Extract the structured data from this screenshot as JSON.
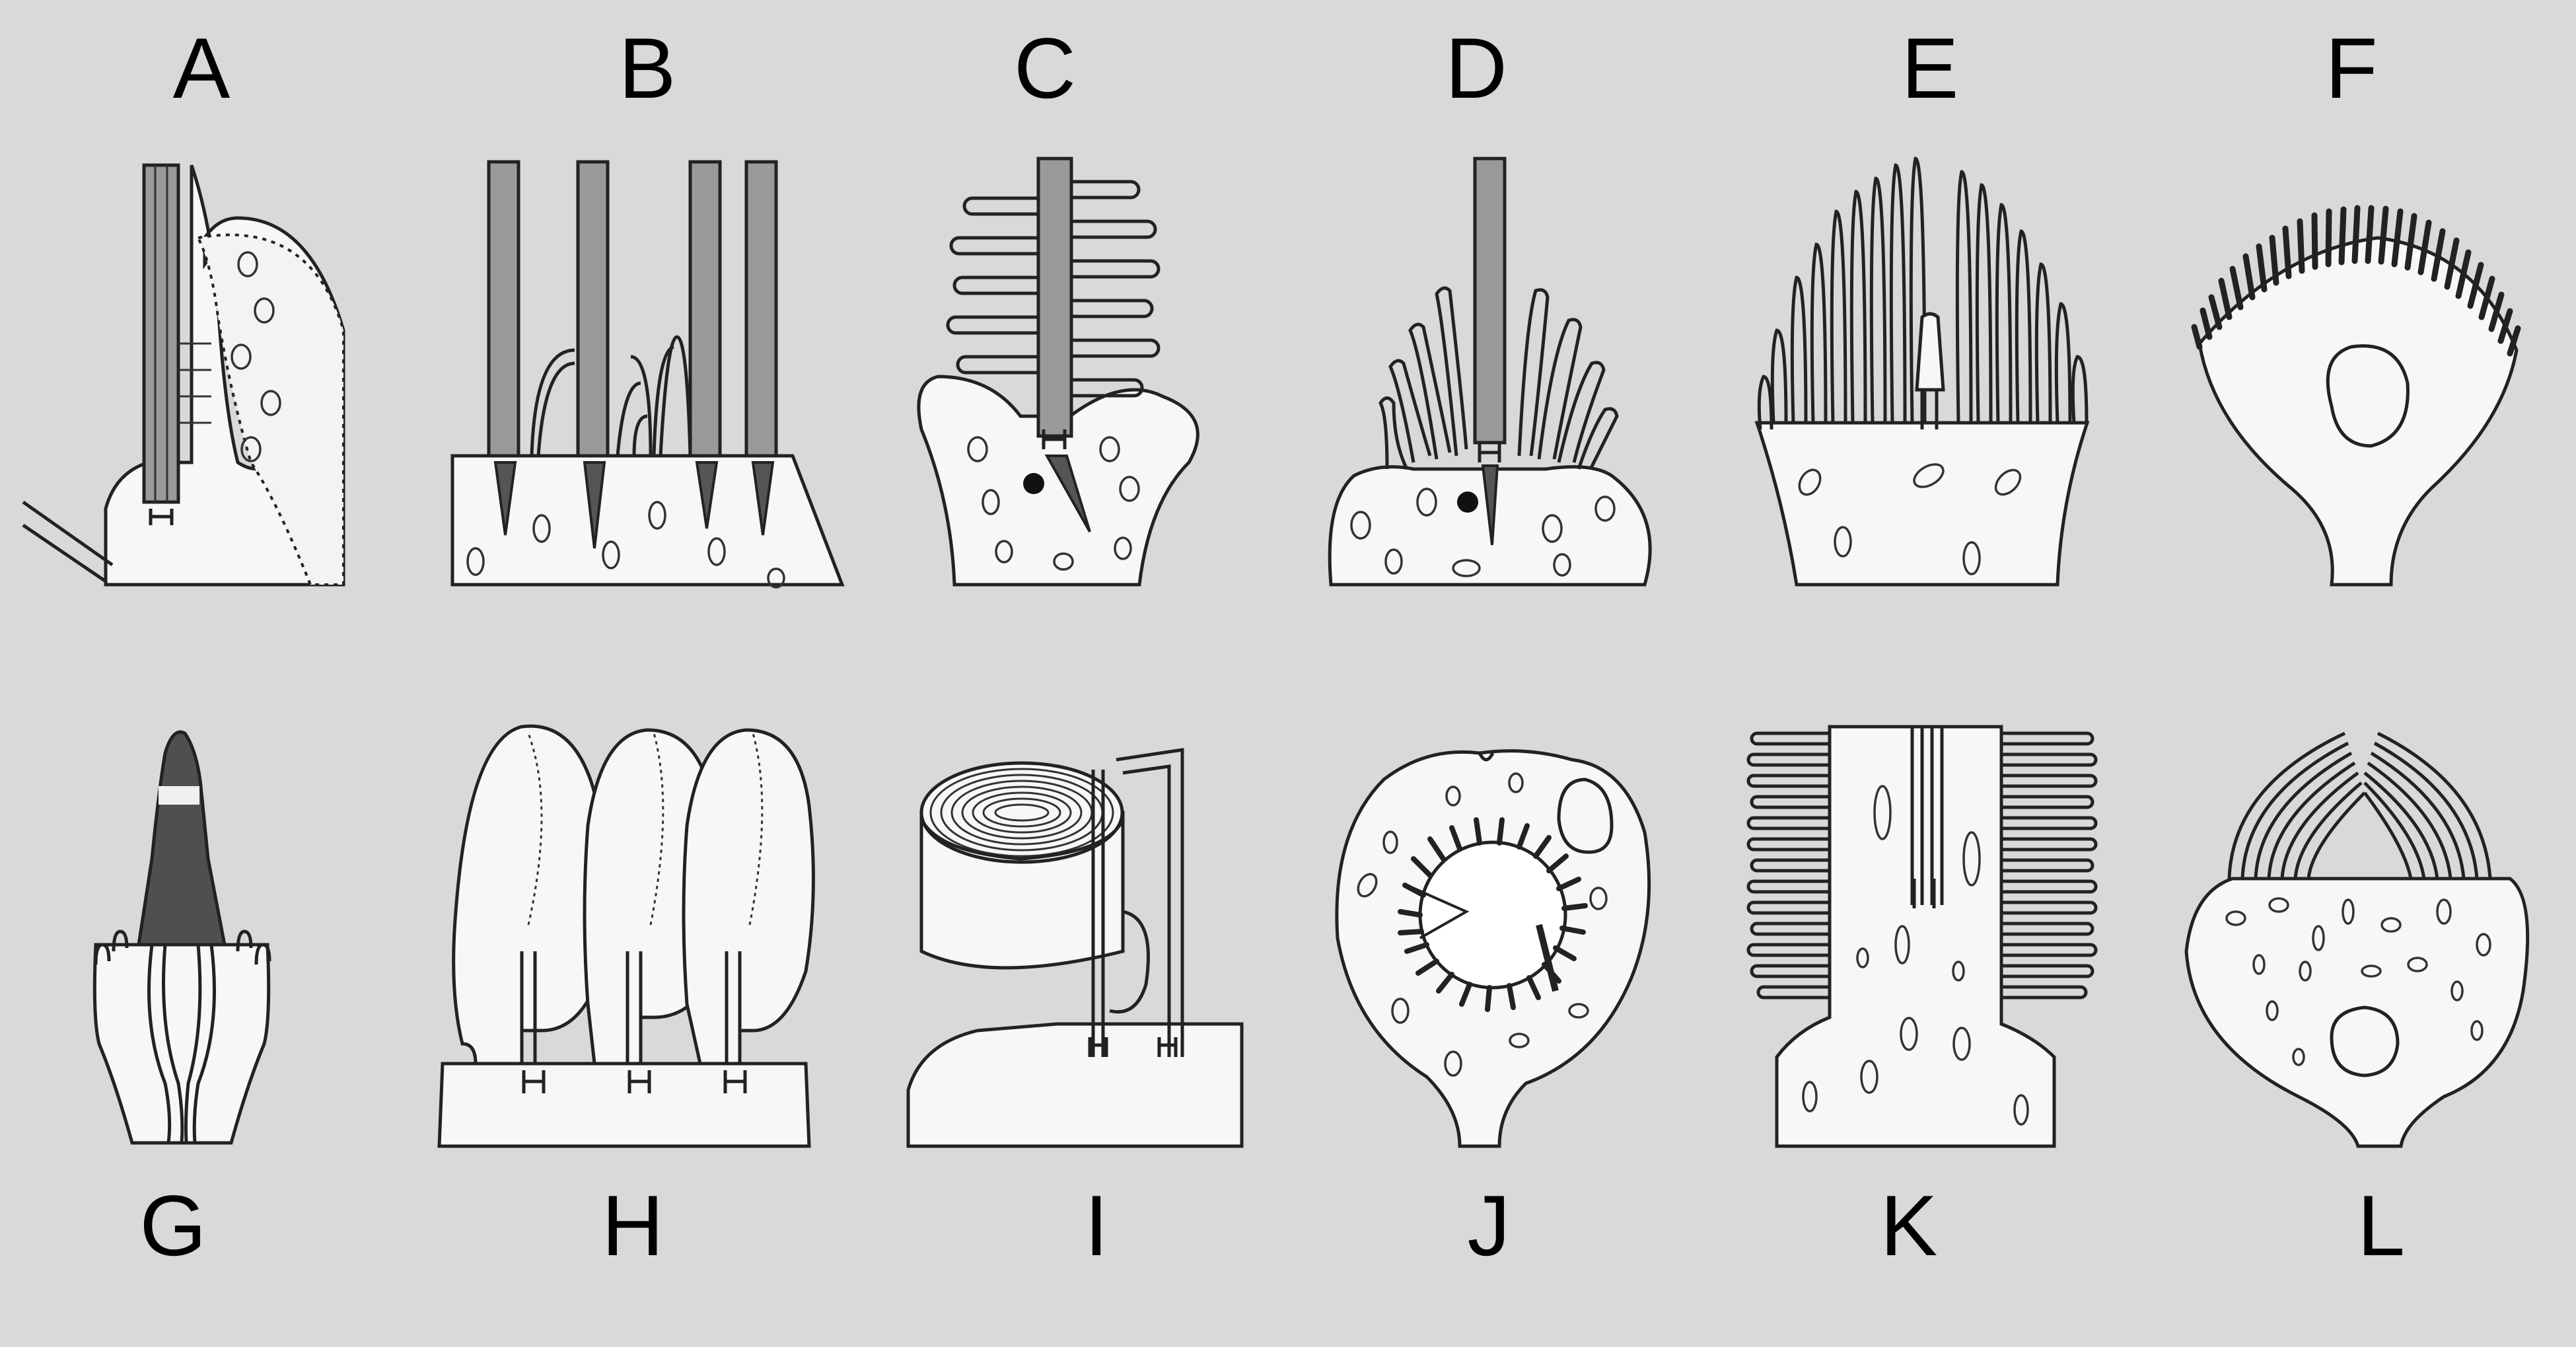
{
  "panels": [
    {
      "id": "A",
      "label": "A"
    },
    {
      "id": "B",
      "label": "B"
    },
    {
      "id": "C",
      "label": "C"
    },
    {
      "id": "D",
      "label": "D"
    },
    {
      "id": "E",
      "label": "E"
    },
    {
      "id": "F",
      "label": "F"
    },
    {
      "id": "G",
      "label": "G"
    },
    {
      "id": "H",
      "label": "H"
    },
    {
      "id": "I",
      "label": "I"
    },
    {
      "id": "J",
      "label": "J"
    },
    {
      "id": "K",
      "label": "K"
    },
    {
      "id": "L",
      "label": "L"
    }
  ],
  "colors": {
    "background": "#d9d9d9",
    "cell_fill": "#f7f7f7",
    "line": "#222222"
  }
}
